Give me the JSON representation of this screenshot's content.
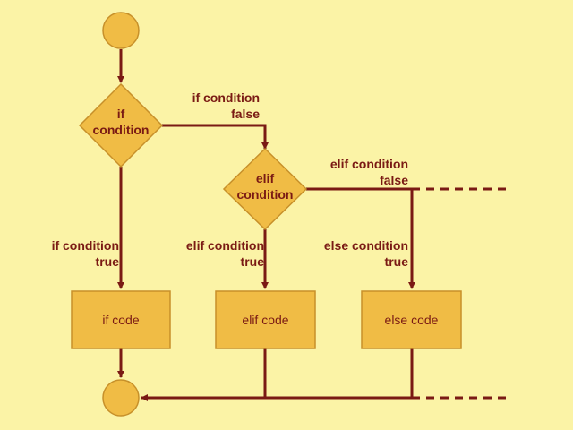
{
  "colors": {
    "background": "#fbf3a6",
    "node_fill": "#f0bc45",
    "node_stroke": "#c7902a",
    "arrow": "#7a1a14"
  },
  "nodes": {
    "start": {
      "shape": "circle"
    },
    "if_decision": {
      "shape": "diamond",
      "line1": "if",
      "line2": "condition"
    },
    "elif_decision": {
      "shape": "diamond",
      "line1": "elif",
      "line2": "condition"
    },
    "if_code": {
      "shape": "rectangle",
      "label": "if code"
    },
    "elif_code": {
      "shape": "rectangle",
      "label": "elif code"
    },
    "else_code": {
      "shape": "rectangle",
      "label": "else code"
    },
    "end": {
      "shape": "circle"
    }
  },
  "edge_labels": {
    "if_false": {
      "line1": "if condition",
      "line2": "false"
    },
    "elif_false": {
      "line1": "elif condition",
      "line2": "false"
    },
    "if_true": {
      "line1": "if condition",
      "line2": "true"
    },
    "elif_true": {
      "line1": "elif condition",
      "line2": "true"
    },
    "else_true": {
      "line1": "else condition",
      "line2": "true"
    }
  }
}
